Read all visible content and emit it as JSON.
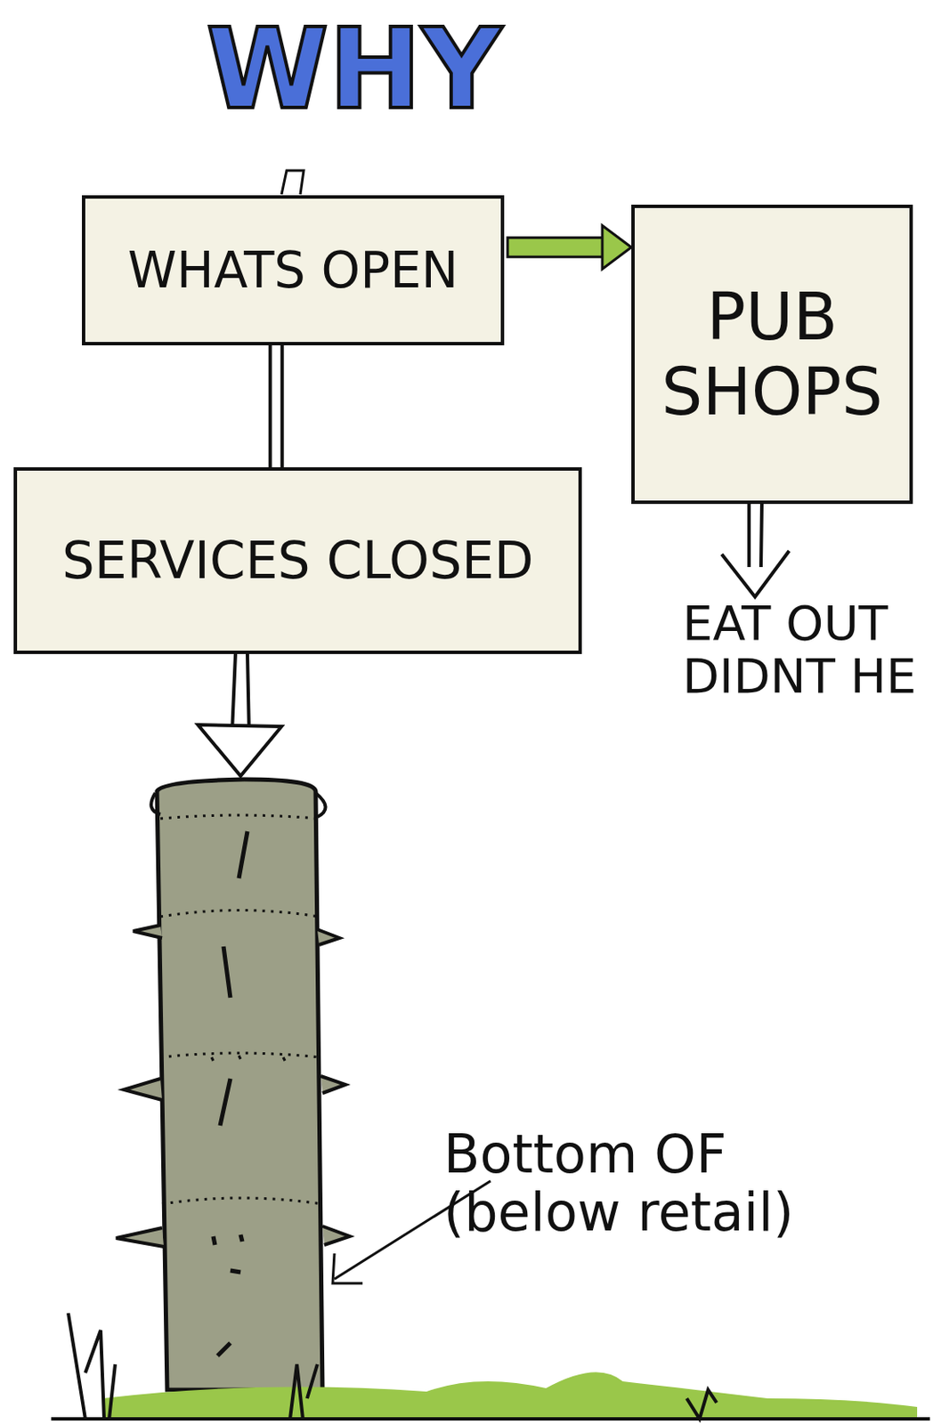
{
  "diagram": {
    "title": "WHY",
    "nodes": [
      {
        "text": [
          "WHATS OPEN"
        ]
      },
      {
        "text": [
          "PUB SHOPS"
        ]
      },
      {
        "text": [
          "SERVICES CLOSED"
        ]
      }
    ],
    "edges": [
      {
        "from": 0,
        "to": 1,
        "arrow": "to"
      },
      {
        "from": 0,
        "to": 2,
        "arrow": "none"
      }
    ],
    "labels": [
      "EAT OUT DIDNT HE",
      "Bottom OF (below retail)"
    ]
  }
}
